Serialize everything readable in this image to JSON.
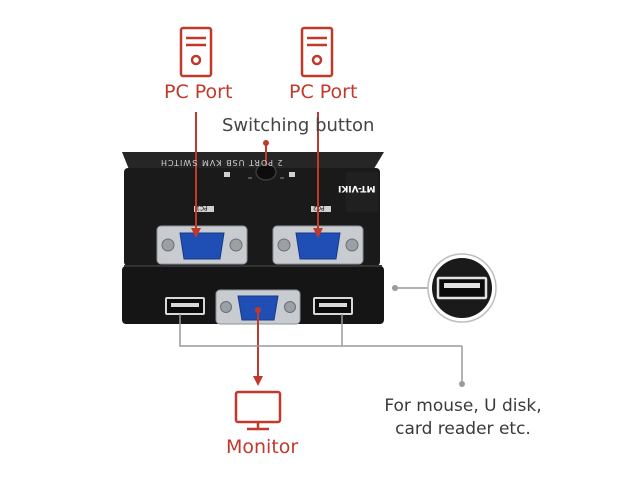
{
  "labels": {
    "pc_port_left": "PC Port",
    "pc_port_right": "PC Port",
    "switching_button": "Switching button",
    "monitor": "Monitor",
    "usb_note_line1": "For mouse, U disk,",
    "usb_note_line2": "card reader etc."
  },
  "device": {
    "brand_label": "MT-VIKI",
    "top_text": "2 PORT USB KVM SWITCH",
    "port1_label": "PC1",
    "port2_label": "PC2"
  },
  "icons": {
    "computer_tower": "computer-tower-icon",
    "monitor": "monitor-icon"
  },
  "colors": {
    "accent_red": "#c0392b",
    "device_black": "#1a1a1a",
    "vga_blue": "#1f4fb5",
    "connector_line": "#9a9a9a"
  }
}
